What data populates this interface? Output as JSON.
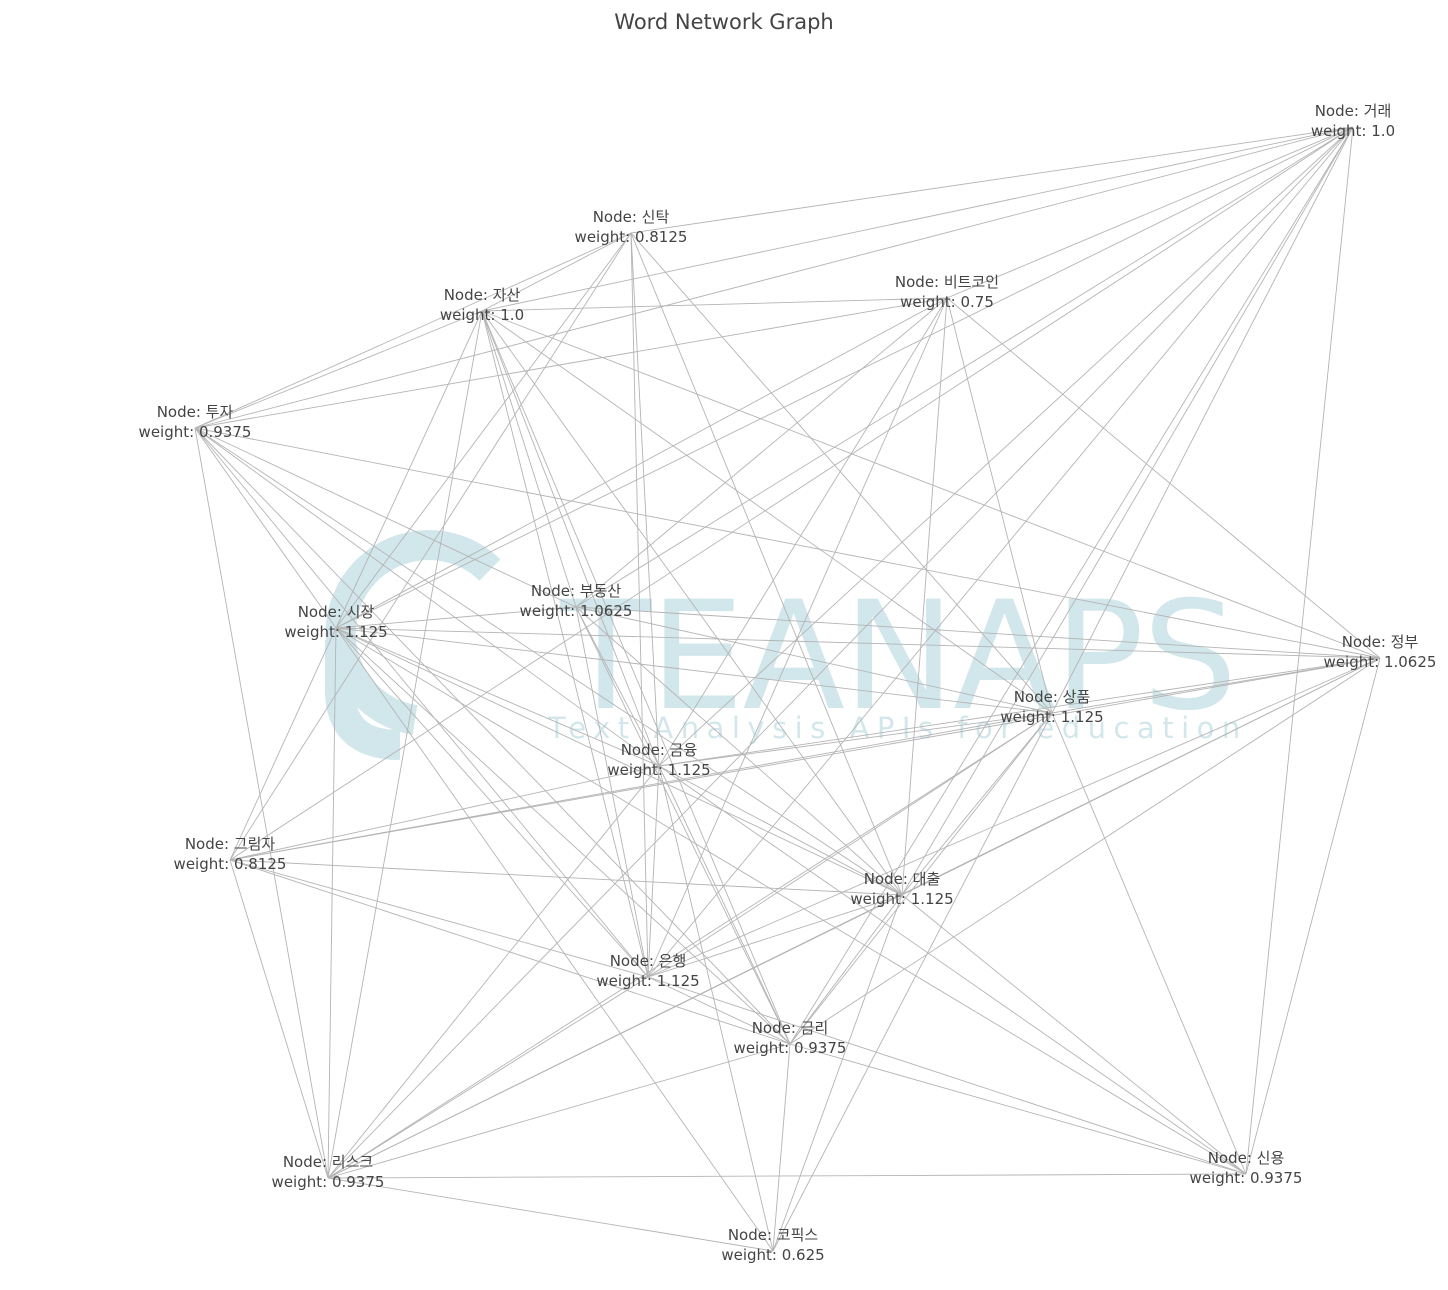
{
  "title": "Word Network Graph",
  "watermark": {
    "brand": "TEANAPS",
    "tagline": "Text Analysis APIs for education",
    "color": "#9ccbd6"
  },
  "edge_color": "#b4b4b4",
  "label_prefix": {
    "node": "Node: ",
    "weight": "weight: "
  },
  "nodes": [
    {
      "id": "거래",
      "label": "거래",
      "weight": "1.0"
    },
    {
      "id": "신탁",
      "label": "신탁",
      "weight": "0.8125"
    },
    {
      "id": "비트코인",
      "label": "비트코인",
      "weight": "0.75"
    },
    {
      "id": "자산",
      "label": "자산",
      "weight": "1.0"
    },
    {
      "id": "투자",
      "label": "투자",
      "weight": "0.9375"
    },
    {
      "id": "부동산",
      "label": "부동산",
      "weight": "1.0625"
    },
    {
      "id": "시장",
      "label": "시장",
      "weight": "1.125"
    },
    {
      "id": "정부",
      "label": "정부",
      "weight": "1.0625"
    },
    {
      "id": "상품",
      "label": "상품",
      "weight": "1.125"
    },
    {
      "id": "금융",
      "label": "금융",
      "weight": "1.125"
    },
    {
      "id": "그림자",
      "label": "그림자",
      "weight": "0.8125"
    },
    {
      "id": "대출",
      "label": "대출",
      "weight": "1.125"
    },
    {
      "id": "은행",
      "label": "은행",
      "weight": "1.125"
    },
    {
      "id": "금리",
      "label": "금리",
      "weight": "0.9375"
    },
    {
      "id": "리스크",
      "label": "리스크",
      "weight": "0.9375"
    },
    {
      "id": "신용",
      "label": "신용",
      "weight": "0.9375"
    },
    {
      "id": "코픽스",
      "label": "코픽스",
      "weight": "0.625"
    }
  ],
  "edges": [
    [
      "거래",
      "신탁"
    ],
    [
      "거래",
      "비트코인"
    ],
    [
      "거래",
      "자산"
    ],
    [
      "거래",
      "투자"
    ],
    [
      "거래",
      "시장"
    ],
    [
      "거래",
      "부동산"
    ],
    [
      "거래",
      "금융"
    ],
    [
      "거래",
      "그림자"
    ],
    [
      "거래",
      "대출"
    ],
    [
      "거래",
      "은행"
    ],
    [
      "거래",
      "금리"
    ],
    [
      "거래",
      "리스크"
    ],
    [
      "거래",
      "상품"
    ],
    [
      "거래",
      "신용"
    ],
    [
      "신탁",
      "자산"
    ],
    [
      "신탁",
      "투자"
    ],
    [
      "신탁",
      "시장"
    ],
    [
      "신탁",
      "금융"
    ],
    [
      "신탁",
      "은행"
    ],
    [
      "신탁",
      "대출"
    ],
    [
      "신탁",
      "상품"
    ],
    [
      "신탁",
      "그림자"
    ],
    [
      "비트코인",
      "자산"
    ],
    [
      "비트코인",
      "투자"
    ],
    [
      "비트코인",
      "시장"
    ],
    [
      "비트코인",
      "부동산"
    ],
    [
      "비트코인",
      "금융"
    ],
    [
      "비트코인",
      "상품"
    ],
    [
      "비트코인",
      "대출"
    ],
    [
      "비트코인",
      "은행"
    ],
    [
      "비트코인",
      "정부"
    ],
    [
      "자산",
      "투자"
    ],
    [
      "자산",
      "시장"
    ],
    [
      "자산",
      "부동산"
    ],
    [
      "자산",
      "금융"
    ],
    [
      "자산",
      "은행"
    ],
    [
      "자산",
      "대출"
    ],
    [
      "자산",
      "상품"
    ],
    [
      "자산",
      "리스크"
    ],
    [
      "자산",
      "금리"
    ],
    [
      "자산",
      "정부"
    ],
    [
      "투자",
      "시장"
    ],
    [
      "투자",
      "부동산"
    ],
    [
      "투자",
      "금융"
    ],
    [
      "투자",
      "대출"
    ],
    [
      "투자",
      "리스크"
    ],
    [
      "투자",
      "금리"
    ],
    [
      "투자",
      "정부"
    ],
    [
      "투자",
      "은행"
    ],
    [
      "시장",
      "부동산"
    ],
    [
      "시장",
      "금융"
    ],
    [
      "시장",
      "상품"
    ],
    [
      "시장",
      "정부"
    ],
    [
      "시장",
      "대출"
    ],
    [
      "시장",
      "은행"
    ],
    [
      "시장",
      "금리"
    ],
    [
      "시장",
      "리스크"
    ],
    [
      "시장",
      "신용"
    ],
    [
      "시장",
      "코픽스"
    ],
    [
      "시장",
      "그림자"
    ],
    [
      "부동산",
      "금융"
    ],
    [
      "부동산",
      "대출"
    ],
    [
      "부동산",
      "상품"
    ],
    [
      "부동산",
      "정부"
    ],
    [
      "부동산",
      "은행"
    ],
    [
      "부동산",
      "금리"
    ],
    [
      "정부",
      "상품"
    ],
    [
      "정부",
      "금융"
    ],
    [
      "정부",
      "그림자"
    ],
    [
      "정부",
      "은행"
    ],
    [
      "정부",
      "리스크"
    ],
    [
      "정부",
      "대출"
    ],
    [
      "정부",
      "신용"
    ],
    [
      "정부",
      "금리"
    ],
    [
      "상품",
      "금융"
    ],
    [
      "상품",
      "그림자"
    ],
    [
      "상품",
      "대출"
    ],
    [
      "상품",
      "은행"
    ],
    [
      "상품",
      "금리"
    ],
    [
      "상품",
      "리스크"
    ],
    [
      "상품",
      "신용"
    ],
    [
      "상품",
      "코픽스"
    ],
    [
      "금융",
      "그림자"
    ],
    [
      "금융",
      "대출"
    ],
    [
      "금융",
      "은행"
    ],
    [
      "금융",
      "금리"
    ],
    [
      "금융",
      "리스크"
    ],
    [
      "금융",
      "신용"
    ],
    [
      "금융",
      "코픽스"
    ],
    [
      "그림자",
      "대출"
    ],
    [
      "그림자",
      "은행"
    ],
    [
      "그림자",
      "금리"
    ],
    [
      "그림자",
      "리스크"
    ],
    [
      "대출",
      "은행"
    ],
    [
      "대출",
      "금리"
    ],
    [
      "대출",
      "리스크"
    ],
    [
      "대출",
      "신용"
    ],
    [
      "대출",
      "코픽스"
    ],
    [
      "은행",
      "금리"
    ],
    [
      "은행",
      "리스크"
    ],
    [
      "은행",
      "신용"
    ],
    [
      "금리",
      "리스크"
    ],
    [
      "금리",
      "신용"
    ],
    [
      "금리",
      "코픽스"
    ],
    [
      "리스크",
      "신용"
    ],
    [
      "리스크",
      "코픽스"
    ]
  ]
}
